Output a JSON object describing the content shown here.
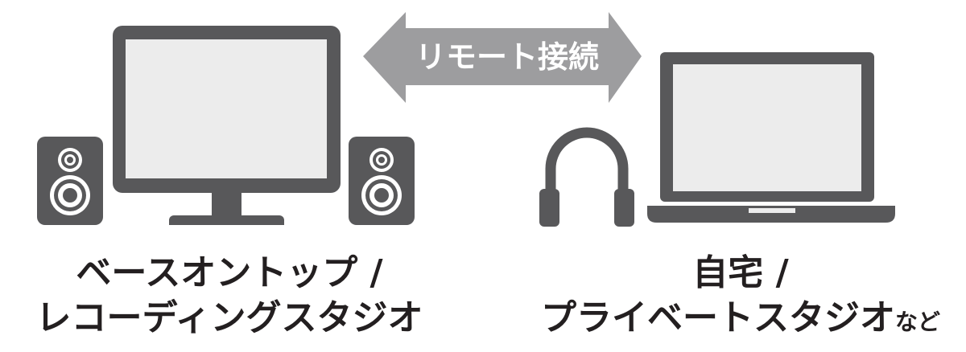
{
  "arrow": {
    "label": "リモート接続"
  },
  "left": {
    "caption_line1": "ベースオントップ /",
    "caption_line2": "レコーディングスタジオ"
  },
  "right": {
    "caption_line1": "自宅 /",
    "caption_line2_main": "プライベートスタジオ",
    "caption_line2_suffix": "など"
  },
  "colors": {
    "device": "#58585a",
    "screen": "#ececec",
    "arrow": "#9d9d9f",
    "arrow_text": "#ffffff",
    "text": "#231f20"
  },
  "icons": [
    "monitor-icon",
    "speaker-icon",
    "laptop-icon",
    "headphones-icon",
    "double-arrow-icon"
  ]
}
